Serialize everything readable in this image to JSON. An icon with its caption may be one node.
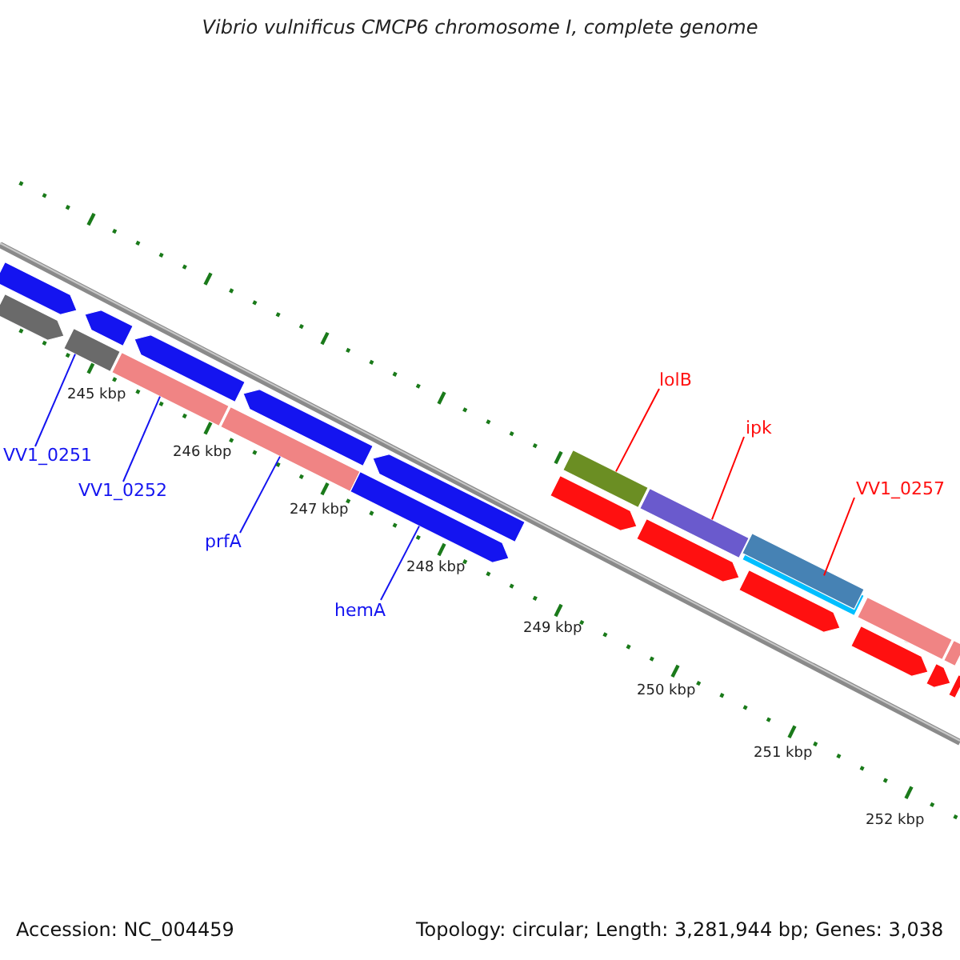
{
  "diagram": {
    "title": "Vibrio vulnificus CMCP6 chromosome I, complete genome",
    "nodes": [
      {
        "text": [
          "VV1_0251"
        ]
      },
      {
        "text": [],
        "shape": "bar"
      },
      {
        "text": [
          "VV1_0252"
        ]
      },
      {
        "text": [],
        "shape": "bar"
      },
      {
        "text": [
          "prfA"
        ]
      },
      {
        "text": [],
        "shape": "bar"
      },
      {
        "text": [
          "hemA"
        ]
      },
      {
        "text": [],
        "shape": "bar"
      },
      {
        "text": [
          "lolB"
        ]
      },
      {
        "text": [],
        "shape": "bar"
      },
      {
        "text": [
          "ipk"
        ]
      },
      {
        "text": [],
        "shape": "bar"
      },
      {
        "text": [
          "VV1_0257"
        ]
      },
      {
        "text": [],
        "shape": "bar"
      },
      {
        "text": [],
        "shape": "bar"
      },
      {
        "text": [],
        "shape": "bar"
      },
      {
        "text": [],
        "shape": "bar"
      },
      {
        "text": [],
        "shape": "bar"
      },
      {
        "text": [],
        "shape": "bar"
      },
      {
        "text": [],
        "shape": "bar"
      },
      {
        "text": [],
        "shape": "bar"
      },
      {
        "text": [],
        "shape": "bar"
      },
      {
        "text": [],
        "shape": "bar"
      },
      {
        "text": [],
        "shape": "bar"
      },
      {
        "text": [],
        "shape": "bar"
      },
      {
        "text": [],
        "shape": "bar"
      },
      {
        "text": [],
        "shape": "bar"
      },
      {
        "text": [],
        "shape": "bar"
      }
    ],
    "edges": [
      {
        "from": 0,
        "to": 1,
        "arrow": "none"
      },
      {
        "from": 2,
        "to": 3,
        "arrow": "none"
      },
      {
        "from": 4,
        "to": 5,
        "arrow": "none"
      },
      {
        "from": 6,
        "to": 7,
        "arrow": "none"
      },
      {
        "from": 8,
        "to": 9,
        "arrow": "none",
        "color": "#ff0000"
      },
      {
        "from": 10,
        "to": 11,
        "arrow": "none",
        "color": "#ff0000"
      },
      {
        "from": 12,
        "to": 13,
        "arrow": "none",
        "color": "#ff0000"
      }
    ],
    "labels": [
      "245 kbp",
      "246 kbp",
      "247 kbp",
      "248 kbp",
      "249 kbp",
      "250 kbp",
      "251 kbp",
      "252 kbp",
      "Accession: NC_004459",
      "Topology: circular; Length: 3,281,944 bp; Genes: 3,038"
    ]
  }
}
